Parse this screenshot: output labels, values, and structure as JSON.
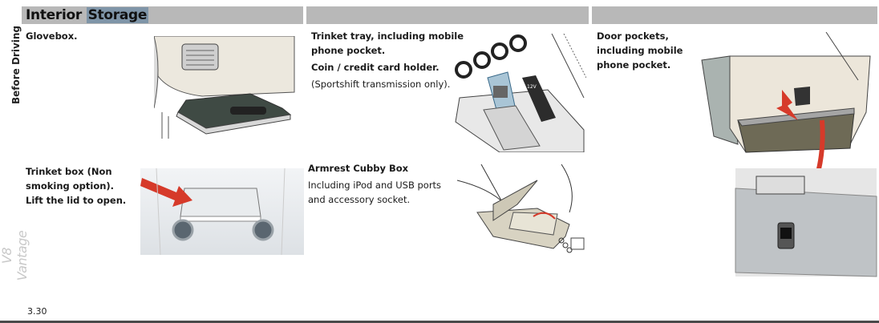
{
  "header": {
    "title_part1": "Interior",
    "title_part2": "Storage"
  },
  "side_tab": "Before Driving",
  "model_watermark": "V8 Vantage",
  "page_number": "3.30",
  "items": [
    {
      "id": "glovebox",
      "lines": [
        "Glovebox."
      ]
    },
    {
      "id": "trinket-tray",
      "lines": [
        "Trinket tray, including mobile",
        "phone pocket."
      ],
      "sub_bold": "Coin / credit card holder.",
      "note": "(Sportshift transmission only)."
    },
    {
      "id": "door-pockets",
      "lines": [
        "Door pockets,",
        "including mobile",
        "phone pocket."
      ]
    },
    {
      "id": "trinket-box",
      "lines": [
        "Trinket box (Non",
        "smoking option).",
        "Lift the lid to open."
      ]
    },
    {
      "id": "armrest",
      "title": "Armrest Cubby Box",
      "desc": [
        "Including iPod and USB ports",
        "and accessory socket."
      ]
    }
  ],
  "colors": {
    "header_bar": "#b8b8b8",
    "selection": "#7f95a8",
    "arrow_red": "#d63a2a"
  }
}
